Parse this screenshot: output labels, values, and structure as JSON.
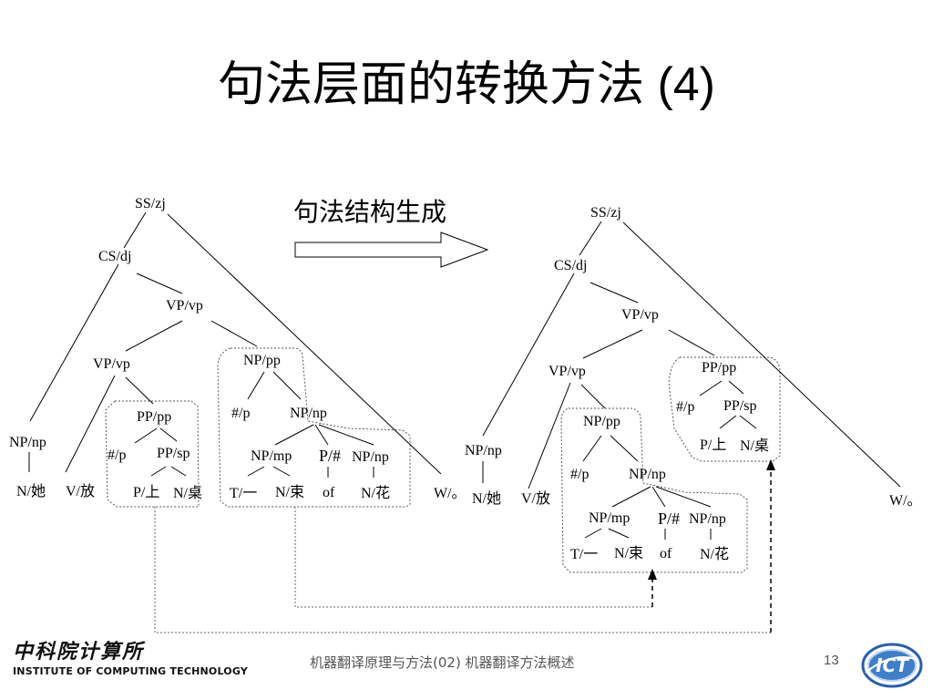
{
  "title": {
    "main": "句法层面的转换方法",
    "suffix": " (4)"
  },
  "caption": "句法结构生成",
  "left_tree": {
    "labels": [
      "SS/zj",
      "CS/dj",
      "VP/vp",
      "VP/vp",
      "NP/pp",
      "PP/pp",
      "NP/np",
      "#/p",
      "PP/sp",
      "#/p",
      "NP/np",
      "NP/mp",
      "P/#",
      "NP/np",
      "N/她",
      "V/放",
      "P/上",
      "N/桌",
      "T/一",
      "N/束",
      "of",
      "N/花",
      "W/。"
    ]
  },
  "right_tree": {
    "labels": [
      "SS/zj",
      "CS/dj",
      "VP/vp",
      "VP/vp",
      "PP/pp",
      "#/p",
      "PP/sp",
      "P/上",
      "N/桌",
      "NP/pp",
      "NP/np",
      "#/p",
      "NP/np",
      "NP/mp",
      "P/#",
      "NP/np",
      "N/她",
      "V/放",
      "T/一",
      "N/束",
      "of",
      "N/花",
      "W/。"
    ]
  },
  "footer": {
    "course": "机器翻译原理与方法(02) 机器翻译方法概述",
    "page": "13",
    "logo_cn": "中科院计算所",
    "logo_en": "INSTITUTE OF COMPUTING TECHNOLOGY",
    "logo_right": "ICT"
  },
  "colors": {
    "logo_blue": "#2a5fa8",
    "dotted_line": "#666666"
  }
}
